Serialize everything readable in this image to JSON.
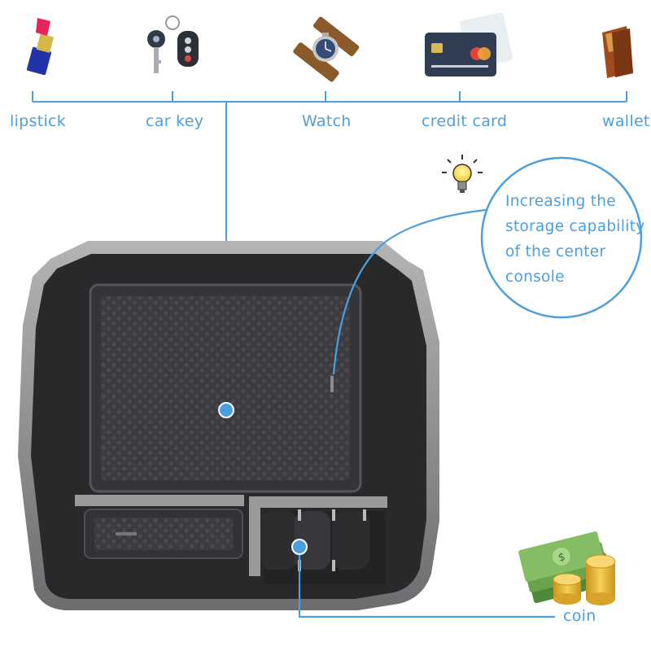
{
  "items": {
    "lipstick": "lipstick",
    "car_key": "car key",
    "watch": "Watch",
    "credit_card": "credit card",
    "wallet": "wallet"
  },
  "callout": {
    "line1": "Increasing the",
    "line2": "storage capability",
    "line3": "of the center",
    "line4": "console"
  },
  "coin_label": "coin",
  "colors": {
    "accent": "#4a9fe0",
    "tray": "#2a2a2d",
    "tray_rim": "#8a8a8c"
  }
}
